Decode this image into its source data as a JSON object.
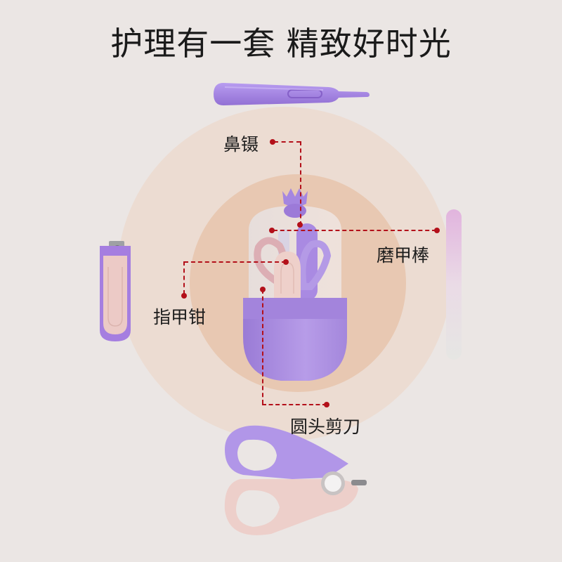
{
  "title": "护理有一套 精致好时光",
  "labels": {
    "nose_tweezers": "鼻镊",
    "nail_file": "磨甲棒",
    "nail_clipper": "指甲钳",
    "round_scissors": "圆头剪刀"
  },
  "colors": {
    "background": "#ebe6e4",
    "outer_circle": "#ecdcd2",
    "inner_circle": "#e8c8b2",
    "product_purple": "#a88be0",
    "product_pink": "#ecc9c4",
    "callout_red": "#b3101a"
  }
}
